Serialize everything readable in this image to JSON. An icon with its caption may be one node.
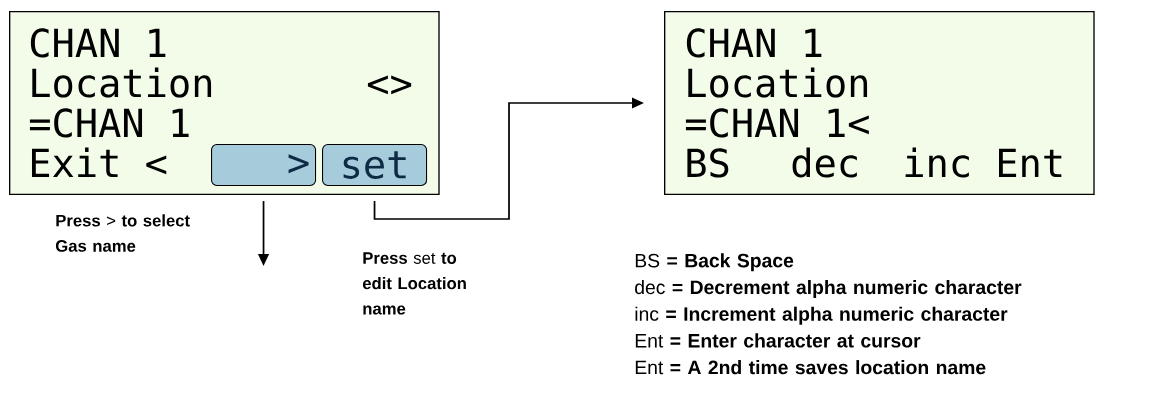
{
  "diagram": {
    "nodes": [
      {
        "text": [
          "CHAN 1",
          "Location",
          "<>",
          "=CHAN 1",
          "Exit <"
        ]
      },
      {
        "text": [
          ">"
        ],
        "in": 0
      },
      {
        "text": [
          "set"
        ],
        "in": 0
      },
      {
        "text": [
          "CHAN 1",
          "Location",
          "=CHAN 1<",
          "BS",
          "dec",
          "inc",
          "Ent"
        ]
      }
    ],
    "edges": [
      {
        "from": 1,
        "to": null,
        "arrow": "to"
      },
      {
        "from": 2,
        "to": 3,
        "arrow": "to"
      }
    ],
    "labels": [
      "**Press** > **to select Gas name**",
      "**Press** set **to edit Location name**",
      "BS **= Back Space**",
      "dec **= Decrement alpha numeric character**",
      "inc **= Increment alpha numeric character**",
      "Ent **= Enter character at cursor**",
      "Ent **= A 2nd time saves location name**"
    ]
  }
}
